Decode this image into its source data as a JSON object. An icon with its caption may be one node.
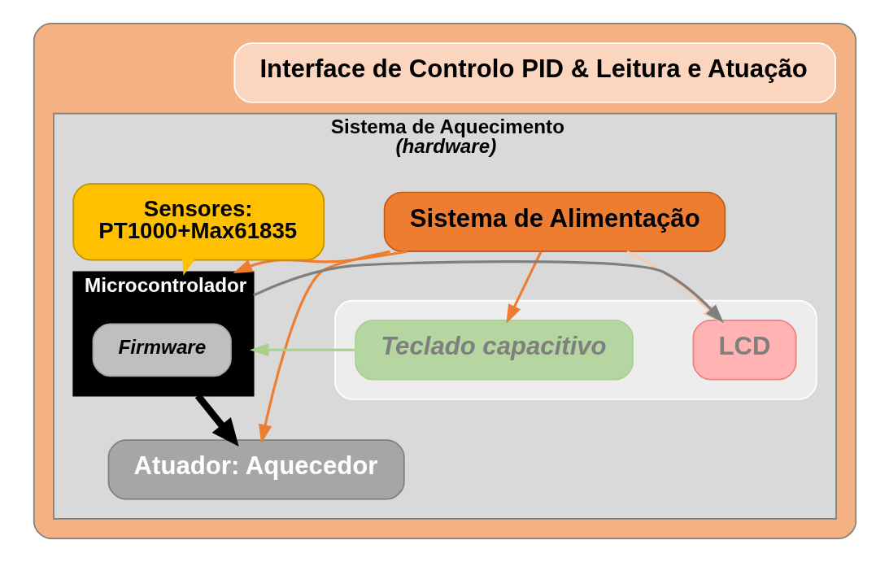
{
  "diagram": {
    "nodes": [
      {
        "text": [],
        "shape": "box"
      },
      {
        "text": [
          "Interface de Controlo PID & Leitura e Atuação"
        ],
        "in": 0
      },
      {
        "text": [
          "Sistema de Aquecimento",
          "(hardware)"
        ],
        "in": 0
      },
      {
        "text": [
          "Sistema de Alimentação"
        ],
        "in": 2
      },
      {
        "text": [
          "Sensores:",
          "PT1000+Max61835"
        ],
        "in": 2
      },
      {
        "text": [
          "Microcontrolador"
        ],
        "in": 2
      },
      {
        "text": [
          "Firmware"
        ],
        "in": 5
      },
      {
        "text": [
          "Atuador: Aquecedor"
        ],
        "in": 2
      },
      {
        "text": [],
        "shape": "box",
        "in": 2
      },
      {
        "text": [
          "LCD"
        ],
        "in": 8
      },
      {
        "text": [
          "Teclado capacitivo"
        ],
        "in": 8
      }
    ],
    "edges": [
      {
        "from": 3,
        "to": 5,
        "arrow": "to"
      },
      {
        "from": 3,
        "to": 7,
        "arrow": "to"
      },
      {
        "from": 3,
        "to": 10,
        "arrow": "to"
      },
      {
        "from": 3,
        "to": 9,
        "arrow": "to",
        "color": "#f8cbad"
      },
      {
        "from": 4,
        "to": 5,
        "arrow": "to",
        "color": "#ffc000"
      },
      {
        "from": 5,
        "to": 7,
        "arrow": "to",
        "style": "thick",
        "color": "#000000"
      },
      {
        "from": 5,
        "to": 9,
        "arrow": "to",
        "color": "#7f7f7f"
      },
      {
        "from": 10,
        "to": 5,
        "arrow": "to",
        "color": "#a9d18e"
      }
    ]
  }
}
